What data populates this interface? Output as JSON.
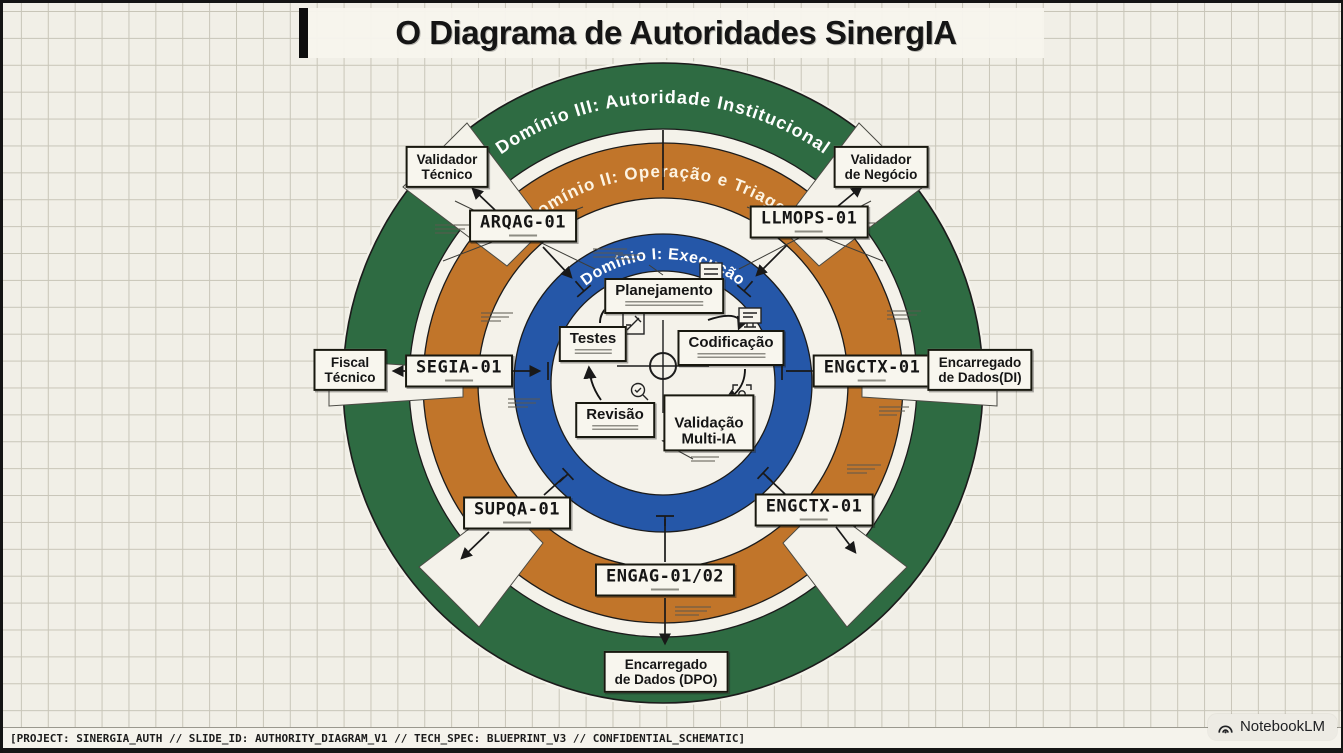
{
  "title": "O Diagrama de Autoridades SinergIA",
  "rings": {
    "d3": {
      "label": "Domínio III: Autoridade Institucional",
      "color": "#2e6b42"
    },
    "d2": {
      "label": "Domínio II: Operação e Triagem",
      "color": "#c1752a"
    },
    "d1": {
      "label": "Domínio I: Execução",
      "color": "#2557a8"
    }
  },
  "steps": {
    "planejamento": "Planejamento",
    "codificacao": "Codificação",
    "testes": "Testes",
    "revisao": "Revisão",
    "validacao": "Validação\nMulti-IA"
  },
  "agents": {
    "arqag": "ARQAG-01",
    "llmops": "LLMOPS-01",
    "segia": "SEGIA-01",
    "engctx_right": "ENGCTX-01",
    "supqa": "SUPQA-01",
    "engctx_bottom": "ENGCTX-01",
    "engag": "ENGAG-01/02"
  },
  "roles": {
    "validador_tecnico": "Validador\nTécnico",
    "validador_negocio": "Validador\nde Negócio",
    "fiscal_tecnico": "Fiscal\nTécnico",
    "dados_di": "Encarregado\nde Dados(DI)",
    "dados_dpo": "Encarregado\nde Dados (DPO)"
  },
  "footer": {
    "text": "[PROJECT: SINERGIA_AUTH // SLIDE_ID: AUTHORITY_DIAGRAM_V1 // TECH_SPEC: BLUEPRINT_V3 // CONFIDENTIAL_SCHEMATIC]"
  },
  "branding": {
    "name": "NotebookLM"
  }
}
